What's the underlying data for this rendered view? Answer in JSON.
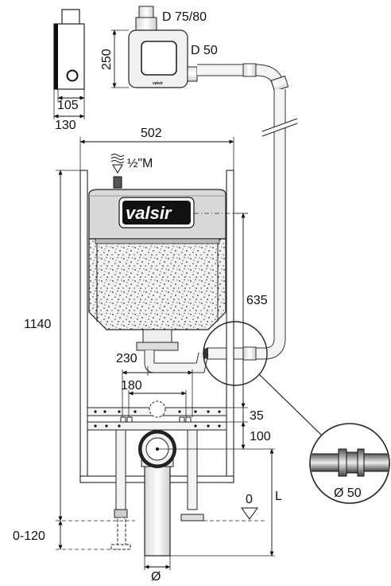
{
  "diagram": {
    "brand": "valsir",
    "labels": {
      "outlet_top": "D 75/80",
      "outlet_side": "D 50",
      "flush_height": "250",
      "depth_inner": "105",
      "depth_outer": "130",
      "width": "502",
      "water_inlet": "½\"M",
      "total_height": "1140",
      "cistern_height": "635",
      "pipe_spacing_a": "230",
      "pipe_spacing_b": "180",
      "rail_gap": "35",
      "drain_height": "100",
      "floor_level": "0",
      "length": "L",
      "foot_adjust": "0-120",
      "drain_diameter": "Ø",
      "detail_diameter": "Ø 50"
    }
  }
}
